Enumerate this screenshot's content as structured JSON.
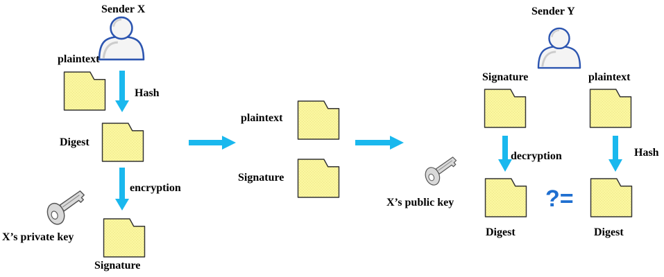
{
  "colors": {
    "arrow": "#1ab8ee",
    "folder_fill": "#fbf7a0",
    "folder_stroke": "#333333",
    "user_stroke": "#2c55b0",
    "key_fill": "#d9d9d9",
    "compare_text": "#1f6fd0"
  },
  "icons": {
    "user": "person-icon",
    "document": "folder-icon",
    "key": "key-icon"
  },
  "sender_x": {
    "title": "Sender X",
    "plaintext_label": "plaintext",
    "hash_label": "Hash",
    "digest_label": "Digest",
    "encryption_label": "encryption",
    "key_label": "X’s private key",
    "signature_label": "Signature"
  },
  "channel": {
    "plaintext_label": "plaintext",
    "signature_label": "Signature"
  },
  "sender_y": {
    "title": "Sender Y",
    "signature_label": "Signature",
    "plaintext_label": "plaintext",
    "decryption_label": "decryption",
    "hash_label": "Hash",
    "key_label": "X’s public key",
    "compare_symbol": "?=",
    "digest_left_label": "Digest",
    "digest_right_label": "Digest"
  }
}
